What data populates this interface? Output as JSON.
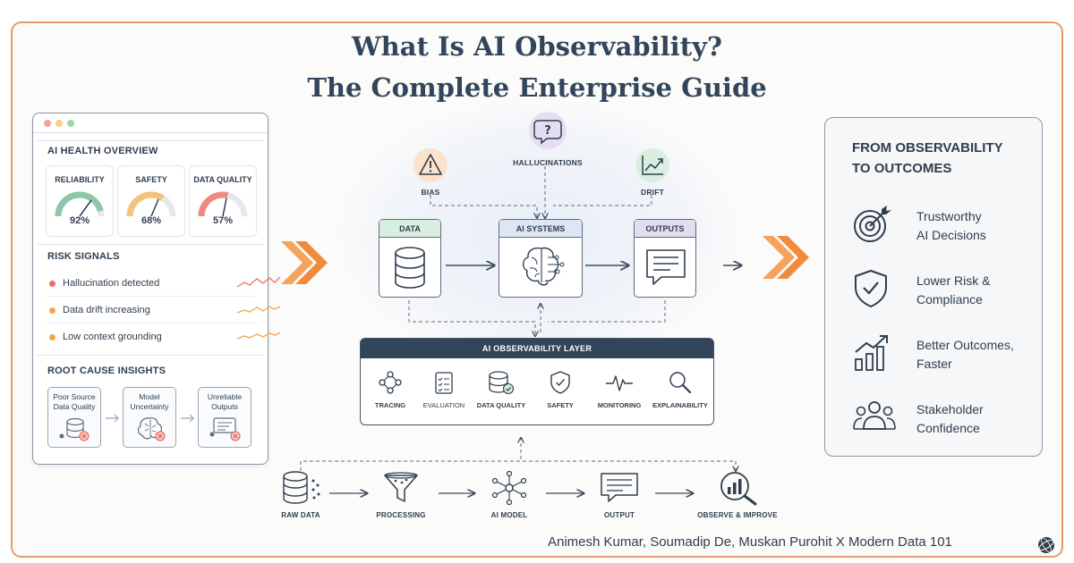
{
  "title": {
    "line1": "What Is AI Observability?",
    "line2": "The Complete Enterprise Guide"
  },
  "dashboard": {
    "health_title": "AI HEALTH OVERVIEW",
    "gauges": [
      {
        "label": "RELIABILITY",
        "value": "92%",
        "fraction": 0.92,
        "color": "#8fc6a6"
      },
      {
        "label": "SAFETY",
        "value": "68%",
        "fraction": 0.68,
        "color": "#f4c37b"
      },
      {
        "label": "DATA QUALITY",
        "value": "57%",
        "fraction": 0.57,
        "color": "#ee8a82"
      }
    ],
    "risk_title": "RISK SIGNALS",
    "risks": [
      {
        "label": "Hallucination detected",
        "color": "#e86f6f"
      },
      {
        "label": "Data drift increasing",
        "color": "#f2a64d"
      },
      {
        "label": "Low context grounding",
        "color": "#f2a64d"
      }
    ],
    "root_title": "ROOT CAUSE INSIGHTS",
    "root_causes": [
      {
        "label": "Poor Source Data Quality"
      },
      {
        "label": "Model Uncertainty"
      },
      {
        "label": "Unreliable Outputs"
      }
    ]
  },
  "hazards": [
    {
      "label": "BIAS",
      "icon": "warning-icon"
    },
    {
      "label": "HALLUCINATIONS",
      "icon": "question-bubble-icon"
    },
    {
      "label": "DRIFT",
      "icon": "trend-chart-icon"
    }
  ],
  "core": {
    "data": {
      "label": "DATA",
      "color": "#d8efdf"
    },
    "ai_systems": {
      "label": "AI SYSTEMS",
      "color": "#dce6f5"
    },
    "outputs": {
      "label": "OUTPUTS",
      "color": "#e3ddf1"
    }
  },
  "layer": {
    "title": "AI OBSERVABILITY LAYER",
    "items": [
      {
        "label": "TRACING"
      },
      {
        "label": "EVALUATION"
      },
      {
        "label": "DATA QUALITY"
      },
      {
        "label": "SAFETY"
      },
      {
        "label": "MONITORING"
      },
      {
        "label": "EXPLAINABILITY"
      }
    ]
  },
  "pipeline": [
    {
      "label": "RAW DATA"
    },
    {
      "label": "PROCESSING"
    },
    {
      "label": "AI MODEL"
    },
    {
      "label": "OUTPUT"
    },
    {
      "label": "OBSERVE & IMPROVE"
    }
  ],
  "outcomes": {
    "title_line1": "FROM OBSERVABILITY",
    "title_line2": "TO OUTCOMES",
    "items": [
      {
        "line1": "Trustworthy",
        "line2": "AI Decisions"
      },
      {
        "line1": "Lower Risk &",
        "line2": "Compliance"
      },
      {
        "line1": "Better Outcomes,",
        "line2": "Faster"
      },
      {
        "line1": "Stakeholder",
        "line2": "Confidence"
      }
    ]
  },
  "footer": {
    "credit": "Animesh Kumar, Soumadip De, Muskan Purohit X Modern Data 101"
  },
  "colors": {
    "accent": "#f28a3c",
    "ink": "#2f3e4e",
    "frame": "#e89a64"
  }
}
